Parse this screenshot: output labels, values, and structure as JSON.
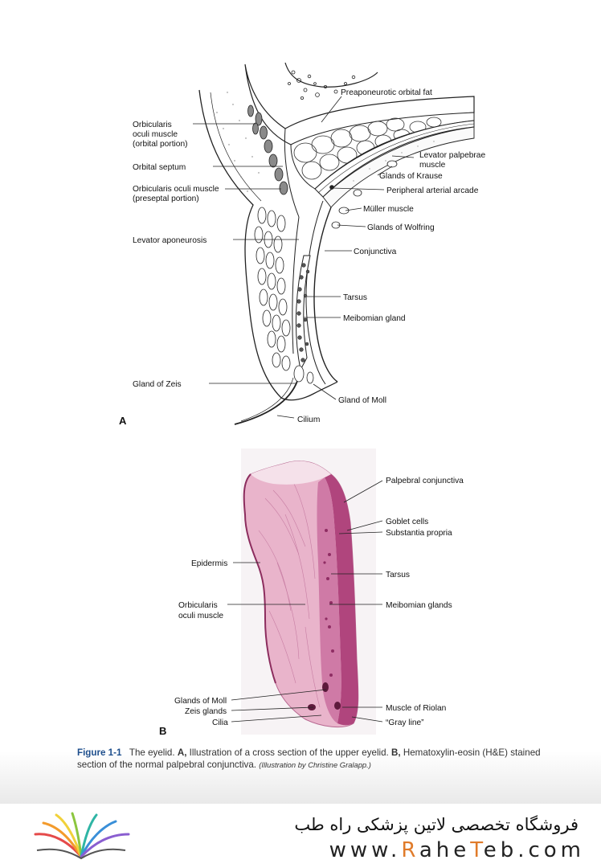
{
  "diagram_a": {
    "panel_label": "A",
    "labels_left": {
      "orbicularis_orbital_1": "Orbicularis",
      "orbicularis_orbital_2": "oculi muscle",
      "orbicularis_orbital_3": "(orbital portion)",
      "orbital_septum": "Orbital septum",
      "orbicularis_preseptal_1": "Orbicularis oculi muscle",
      "orbicularis_preseptal_2": "(preseptal portion)",
      "levator_aponeurosis": "Levator aponeurosis",
      "gland_of_zeis": "Gland of Zeis"
    },
    "labels_right": {
      "preaponeurotic_fat": "Preaponeurotic orbital fat",
      "levator_muscle_1": "Levator palpebrae",
      "levator_muscle_2": "muscle",
      "glands_of_krause": "Glands of Krause",
      "peripheral_arcade": "Peripheral arterial arcade",
      "muller_muscle": "Müller muscle",
      "glands_of_wolfring": "Glands of Wolfring",
      "conjunctiva": "Conjunctiva",
      "tarsus": "Tarsus",
      "meibomian_gland": "Meibomian gland",
      "gland_of_moll": "Gland of Moll",
      "cilium": "Cilium"
    }
  },
  "histology_b": {
    "panel_label": "B",
    "labels_left": {
      "epidermis": "Epidermis",
      "orbicularis_1": "Orbicularis",
      "orbicularis_2": "oculi muscle",
      "glands_of_moll": "Glands of Moll",
      "zeis_glands": "Zeis glands",
      "cilia": "Cilia"
    },
    "labels_right": {
      "palpebral_conjunctiva": "Palpebral conjunctiva",
      "goblet_cells": "Goblet cells",
      "substantia_propria": "Substantia propria",
      "tarsus": "Tarsus",
      "meibomian_glands": "Meibomian glands",
      "muscle_of_riolan": "Muscle of Riolan",
      "gray_line": "“Gray line”"
    }
  },
  "caption": {
    "figure_number": "Figure 1-1",
    "part1": "The eyelid.",
    "a_label": "A,",
    "part2": "Illustration of a cross section of the upper eyelid.",
    "b_label": "B,",
    "part3": "Hematoxylin-eosin (H&E) stained section of the normal palpebral conjunctiva.",
    "credit": "(Illustration by Christine Gralapp.)"
  },
  "footer": {
    "persian_text": "فروشگاه تخصصی لاتین پزشکی  راه طب",
    "url_prefix": "www.",
    "url_r": "R",
    "url_mid1": "ahe",
    "url_t": "T",
    "url_end": "eb.com"
  },
  "colors": {
    "ink": "#222222",
    "stain_pink": "#e3a6c2",
    "stain_magenta": "#b0457d",
    "caption_blue": "#1d4e8c",
    "url_accent": "#e07b2a"
  }
}
